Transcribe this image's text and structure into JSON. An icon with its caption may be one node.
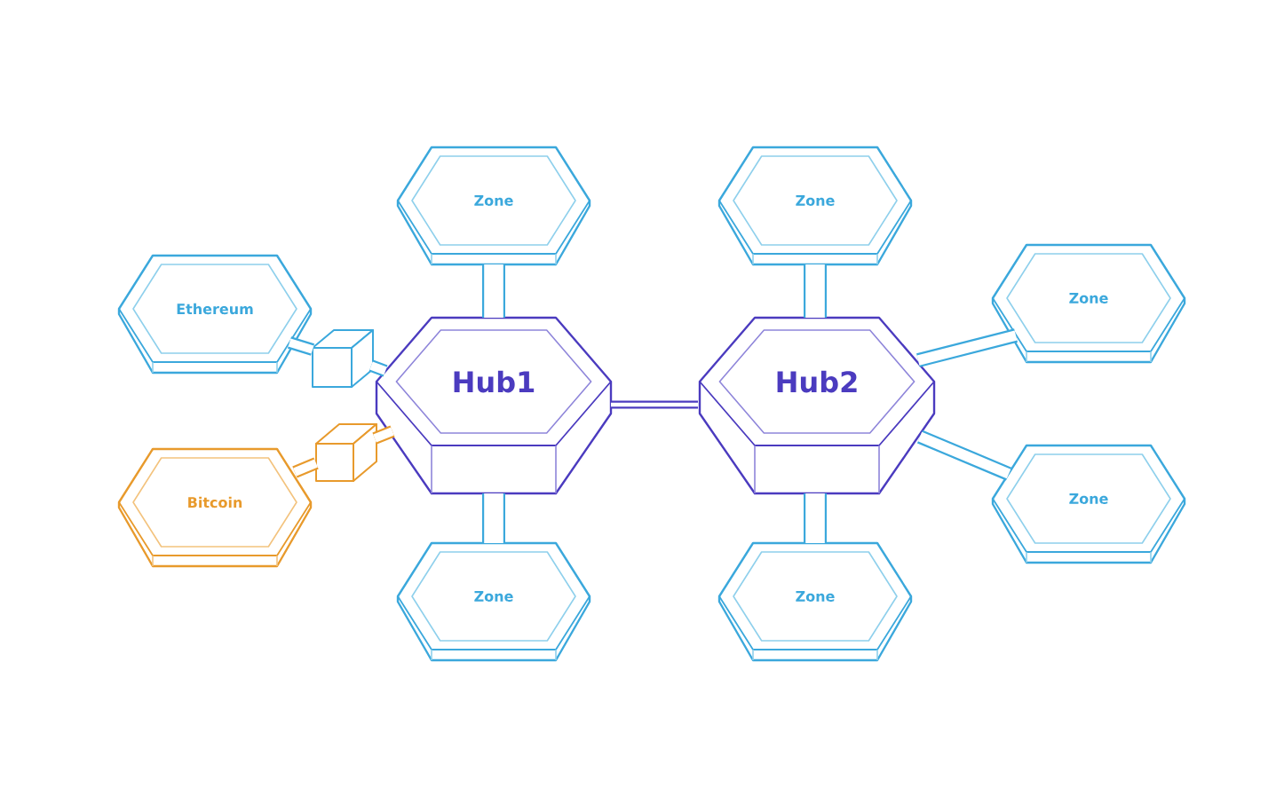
{
  "diagram": {
    "nodes": [
      {
        "text": [
          "Zone"
        ]
      },
      {
        "text": [
          "Zone"
        ]
      },
      {
        "text": [
          "Ethereum"
        ]
      },
      {
        "text": [
          "Zone"
        ]
      },
      {
        "text": [],
        "shape": "cube"
      },
      {
        "text": [
          "Hub1"
        ]
      },
      {
        "text": [
          "Hub2"
        ]
      },
      {
        "text": [],
        "shape": "cube"
      },
      {
        "text": [
          "Bitcoin"
        ]
      },
      {
        "text": [
          "Zone"
        ]
      },
      {
        "text": [
          "Zone"
        ]
      },
      {
        "text": [
          "Zone"
        ]
      }
    ],
    "edges": [
      {
        "from": 0,
        "to": 5,
        "arrow": "none"
      },
      {
        "from": 1,
        "to": 6,
        "arrow": "none"
      },
      {
        "from": 2,
        "to": 4,
        "arrow": "none"
      },
      {
        "from": 4,
        "to": 5,
        "arrow": "none"
      },
      {
        "from": 5,
        "to": 6,
        "arrow": "none",
        "color": "#4b3bbf"
      },
      {
        "from": 6,
        "to": 3,
        "arrow": "none"
      },
      {
        "from": 8,
        "to": 7,
        "arrow": "none",
        "color": "#e89a2c"
      },
      {
        "from": 7,
        "to": 5,
        "arrow": "none",
        "color": "#e89a2c"
      },
      {
        "from": 6,
        "to": 9,
        "arrow": "none"
      },
      {
        "from": 5,
        "to": 10,
        "arrow": "none"
      },
      {
        "from": 6,
        "to": 11,
        "arrow": "none"
      }
    ]
  }
}
